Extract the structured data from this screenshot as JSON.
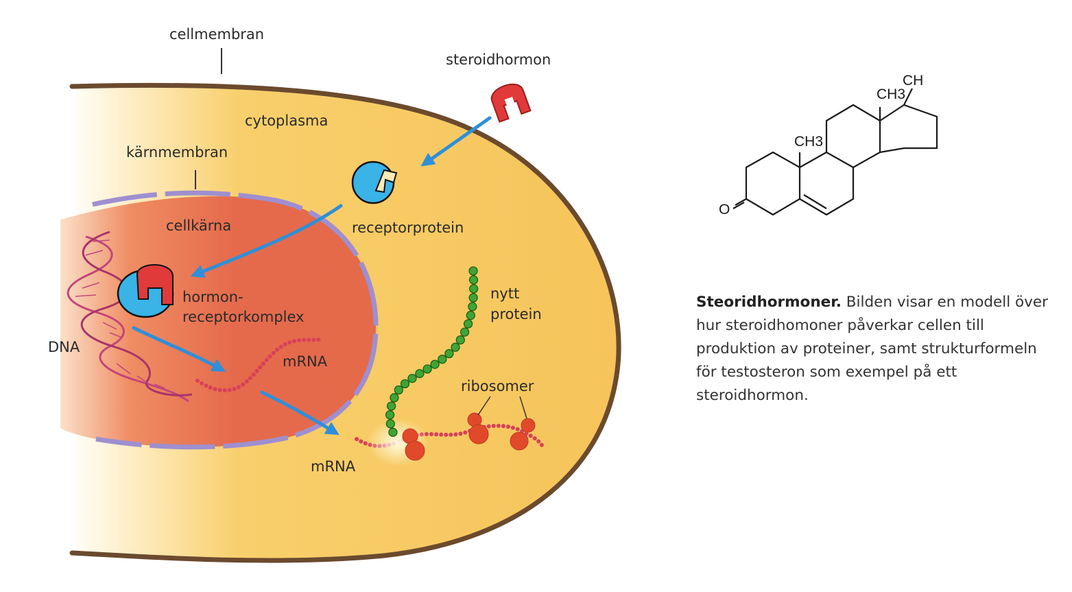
{
  "labels": {
    "cell_membrane": "cellmembran",
    "steroid_hormone": "steroidhormon",
    "cytoplasm": "cytoplasma",
    "nuclear_membrane": "kärnmembran",
    "receptor_protein": "receptorprotein",
    "nucleus": "cellkärna",
    "complex_line1": "hormon-",
    "complex_line2": "receptorkomplex",
    "dna": "DNA",
    "mrna_nucleus": "mRNA",
    "new_protein_line1": "nytt",
    "new_protein_line2": "protein",
    "ribosomes": "ribosomer",
    "mrna_cytoplasm": "mRNA"
  },
  "structure": {
    "ch_top": "CH",
    "ch3_upper": "CH3",
    "ch3_lower": "CH3",
    "oxygen": "O"
  },
  "caption": {
    "title": "Steoridhormoner.",
    "body": "Bilden visar en modell över hur steroidhomoner påverkar cellen till produktion av proteiner, samt strukturformeln för testosteron som exempel på ett steroidhormon."
  },
  "colors": {
    "cytoplasm": "#f7c65c",
    "nucleus": "#e66a4d",
    "nuclear_membrane": "#9f8fd0",
    "cell_membrane": "#6b4a2e",
    "hormone": "#e03a3a",
    "receptor": "#3ab3e6",
    "arrow": "#2f8fd8",
    "protein_chain": "#3fa535",
    "mrna": "#d8405a",
    "ribosome": "#e1492b",
    "dna": "#c2457a"
  }
}
